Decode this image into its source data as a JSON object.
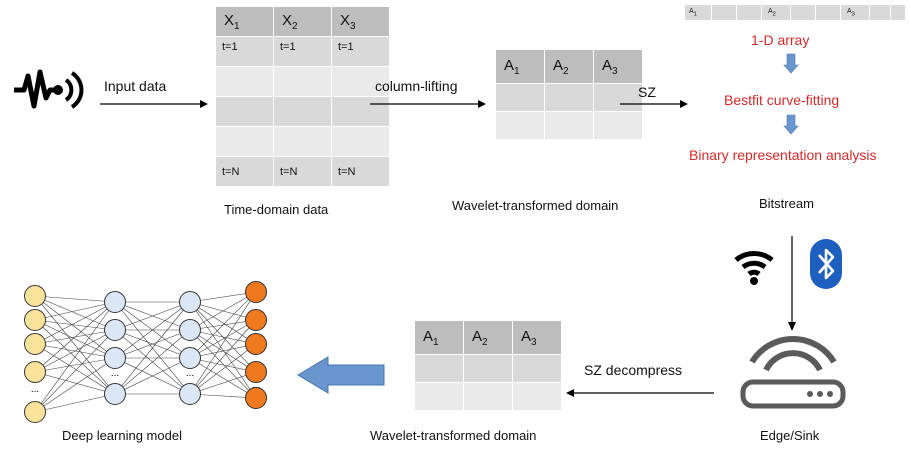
{
  "input_label": "Input data",
  "time_table": {
    "headers": [
      "X",
      "X",
      "X"
    ],
    "subs": [
      "1",
      "2",
      "3"
    ],
    "first_row": [
      "t=1",
      "t=1",
      "t=1"
    ],
    "last_row": [
      "t=N",
      "t=N",
      "t=N"
    ],
    "caption": "Time-domain data"
  },
  "column_lifting_label": "column-lifting",
  "wavelet_table": {
    "headers": [
      "A",
      "A",
      "A"
    ],
    "subs": [
      "1",
      "2",
      "3"
    ],
    "caption": "Wavelet-transformed domain"
  },
  "sz_label": "SZ",
  "bitstream": {
    "array_cells": [
      "A",
      "",
      "",
      "A",
      "",
      "",
      "A",
      "",
      ""
    ],
    "array_subs": [
      "1",
      "",
      "",
      "2",
      "",
      "",
      "3",
      "",
      ""
    ],
    "step1": "1-D array",
    "step2": "Bestfit curve-fitting",
    "step3": "Binary representation analysis",
    "caption": "Bitstream"
  },
  "edge_caption": "Edge/Sink",
  "sz_decompress_label": "SZ decompress",
  "wavelet_table2": {
    "headers": [
      "A",
      "A",
      "A"
    ],
    "subs": [
      "1",
      "2",
      "3"
    ],
    "caption": "Wavelet-transformed domain"
  },
  "dl_caption": "Deep learning model",
  "colors": {
    "accent_red": "#d42a2a",
    "arrow_blue": "#6a96cf",
    "bluetooth": "#1d5fbf",
    "input_node": "#f9e39b",
    "hidden_node": "#dbe6f7",
    "output_node": "#f0781e"
  }
}
